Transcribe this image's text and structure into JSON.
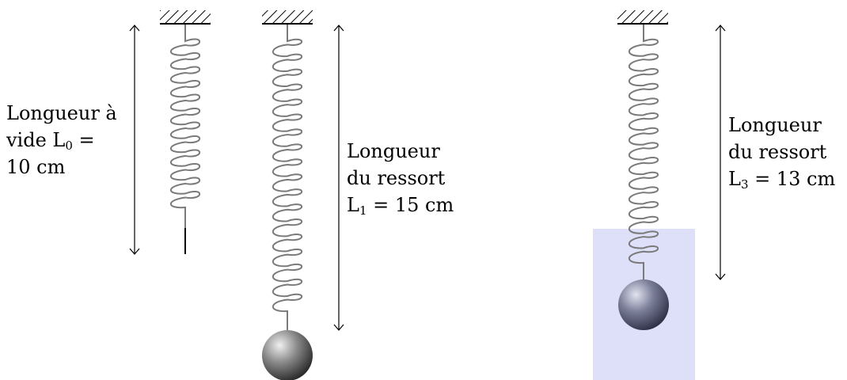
{
  "labels": {
    "l0": {
      "line1": "Longueur à",
      "line2_prefix": "vide L",
      "line2_sub": "0",
      "line2_suffix": " =",
      "line3": "10 cm"
    },
    "l1": {
      "line1": "Longueur",
      "line2": "du ressort",
      "line3_prefix": "L",
      "line3_sub": "1",
      "line3_suffix": " = 15 cm"
    },
    "l3": {
      "line1": "Longueur",
      "line2": "du ressort",
      "line3_prefix": "L",
      "line3_sub": "3",
      "line3_suffix": " = 13 cm"
    }
  },
  "colors": {
    "spring": "#7a7a7a",
    "water": "#dedff8",
    "mass_light": "#e8e8e8",
    "mass_dark": "#2b2b2b",
    "mass_submerged_light": "#c9cbe0",
    "mass_submerged_dark": "#3a3c55"
  }
}
